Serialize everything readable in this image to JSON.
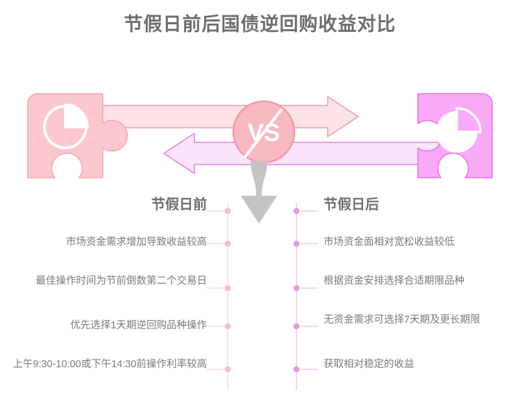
{
  "page": {
    "title": "节假日前后国债逆回购收益对比",
    "background": "#ffffff",
    "title_color": "#6e6e6e"
  },
  "colors": {
    "left_accent": "#fcc8ce",
    "left_accent_stroke": "#f9a4ae",
    "right_accent": "#f9aaf7",
    "right_accent_stroke": "#ef6fe8",
    "arrow_down": "#c4c4c4",
    "text": "#7a7a7a",
    "heading": "#6e6e6e"
  },
  "comparison": {
    "vs_badge": {
      "label": "VS",
      "icon": "versus-badge-icon",
      "fill": "#f8b8c0",
      "text_color": "#ffffff"
    },
    "left_piece": {
      "icon": "pie-chart-icon",
      "fill": "#fcc8ce",
      "stroke": "#f9a4ae"
    },
    "right_piece": {
      "icon": "pie-chart-icon",
      "fill": "#f9aaf7",
      "stroke": "#ef6fe8"
    },
    "arrow_right": {
      "icon": "arrow-right-icon",
      "fill": "#fde3e6",
      "stroke": "#f2a0ab"
    },
    "arrow_left": {
      "icon": "arrow-left-icon",
      "fill": "#fce4fb",
      "stroke": "#ee7ee9"
    },
    "arrow_down": {
      "icon": "arrow-down-icon",
      "fill": "#c4c4c4"
    }
  },
  "columns": {
    "left": {
      "heading": "节假日前",
      "timeline_color": "#f9c4cb",
      "items": [
        "市场资金需求增加导致收益较高",
        "最佳操作时间为节前倒数第二个交易日",
        "优先选择1天期逆回购品种操作",
        "上午9:30-10:00或下午14:30前操作利率较高"
      ]
    },
    "right": {
      "heading": "节假日后",
      "timeline_color": "#e89ae4",
      "items": [
        "市场资金面相对宽松收益较低",
        "根据资金安排选择合适期限品种",
        "无资金需求可选择7天期及更长期限",
        "获取相对稳定的收益"
      ]
    }
  }
}
